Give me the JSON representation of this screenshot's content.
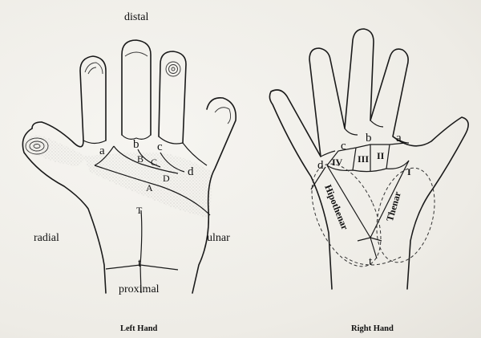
{
  "left_hand": {
    "caption": "Left Hand",
    "directions": {
      "distal": "distal",
      "radial": "radial",
      "ulnar": "ulnar",
      "proximal": "proximal"
    },
    "triradii": {
      "a": "a",
      "b": "b",
      "c": "c",
      "d": "d",
      "t": "t"
    },
    "line_terminations": {
      "A": "A",
      "B": "B",
      "C": "C",
      "D": "D",
      "T": "T"
    }
  },
  "right_hand": {
    "caption": "Right Hand",
    "triradii": {
      "a": "a",
      "b": "b",
      "c": "c",
      "d": "d",
      "t": "t"
    },
    "areas": {
      "I": "I",
      "II": "II",
      "III": "III",
      "IV": "IV"
    },
    "zones": {
      "hypothenar": "Hipothenar",
      "thenar": "Thenar"
    }
  },
  "colors": {
    "ink": "#1a1a1a",
    "paper": "#f1efea",
    "stipple": "#8a8a8a"
  }
}
